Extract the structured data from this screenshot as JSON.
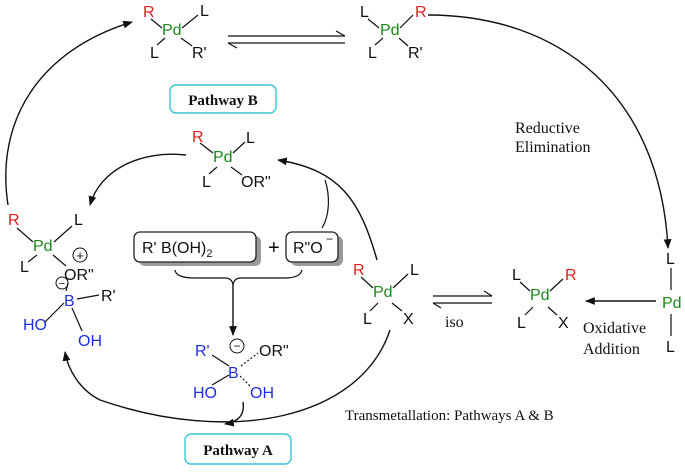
{
  "labels": {
    "pathway_b": "Pathway B",
    "pathway_a": "Pathway A",
    "reductive": "Reductive",
    "elimination": "Elimination",
    "oxidative": "Oxidative",
    "addition": "Addition",
    "iso": "iso",
    "transmetallation": "Transmetallation: Pathways A & B"
  },
  "atoms": {
    "pd": "Pd",
    "l": "L",
    "r": "R",
    "r1": "R'",
    "x": "X",
    "b": "B",
    "or2": "OR\"",
    "ho": "HO",
    "oh": "OH",
    "plus_charge": "+",
    "minus_charge": "−",
    "plus_sign": "+"
  },
  "reagents": {
    "boronic": "R' B(OH)",
    "boronic_sub": "2",
    "alkoxide": "R\"O",
    "alkoxide_charge": "−"
  }
}
